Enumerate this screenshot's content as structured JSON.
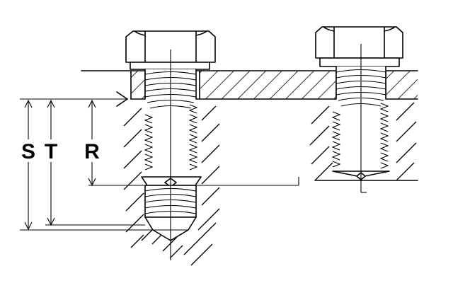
{
  "dimension_labels": {
    "s": "S",
    "t": "T",
    "r": "R"
  },
  "colors": {
    "ink": "#000000",
    "background": "#ffffff"
  },
  "icons": {
    "left_screw": "hex-head-screw-icon",
    "right_screw": "hex-head-screw-icon"
  }
}
